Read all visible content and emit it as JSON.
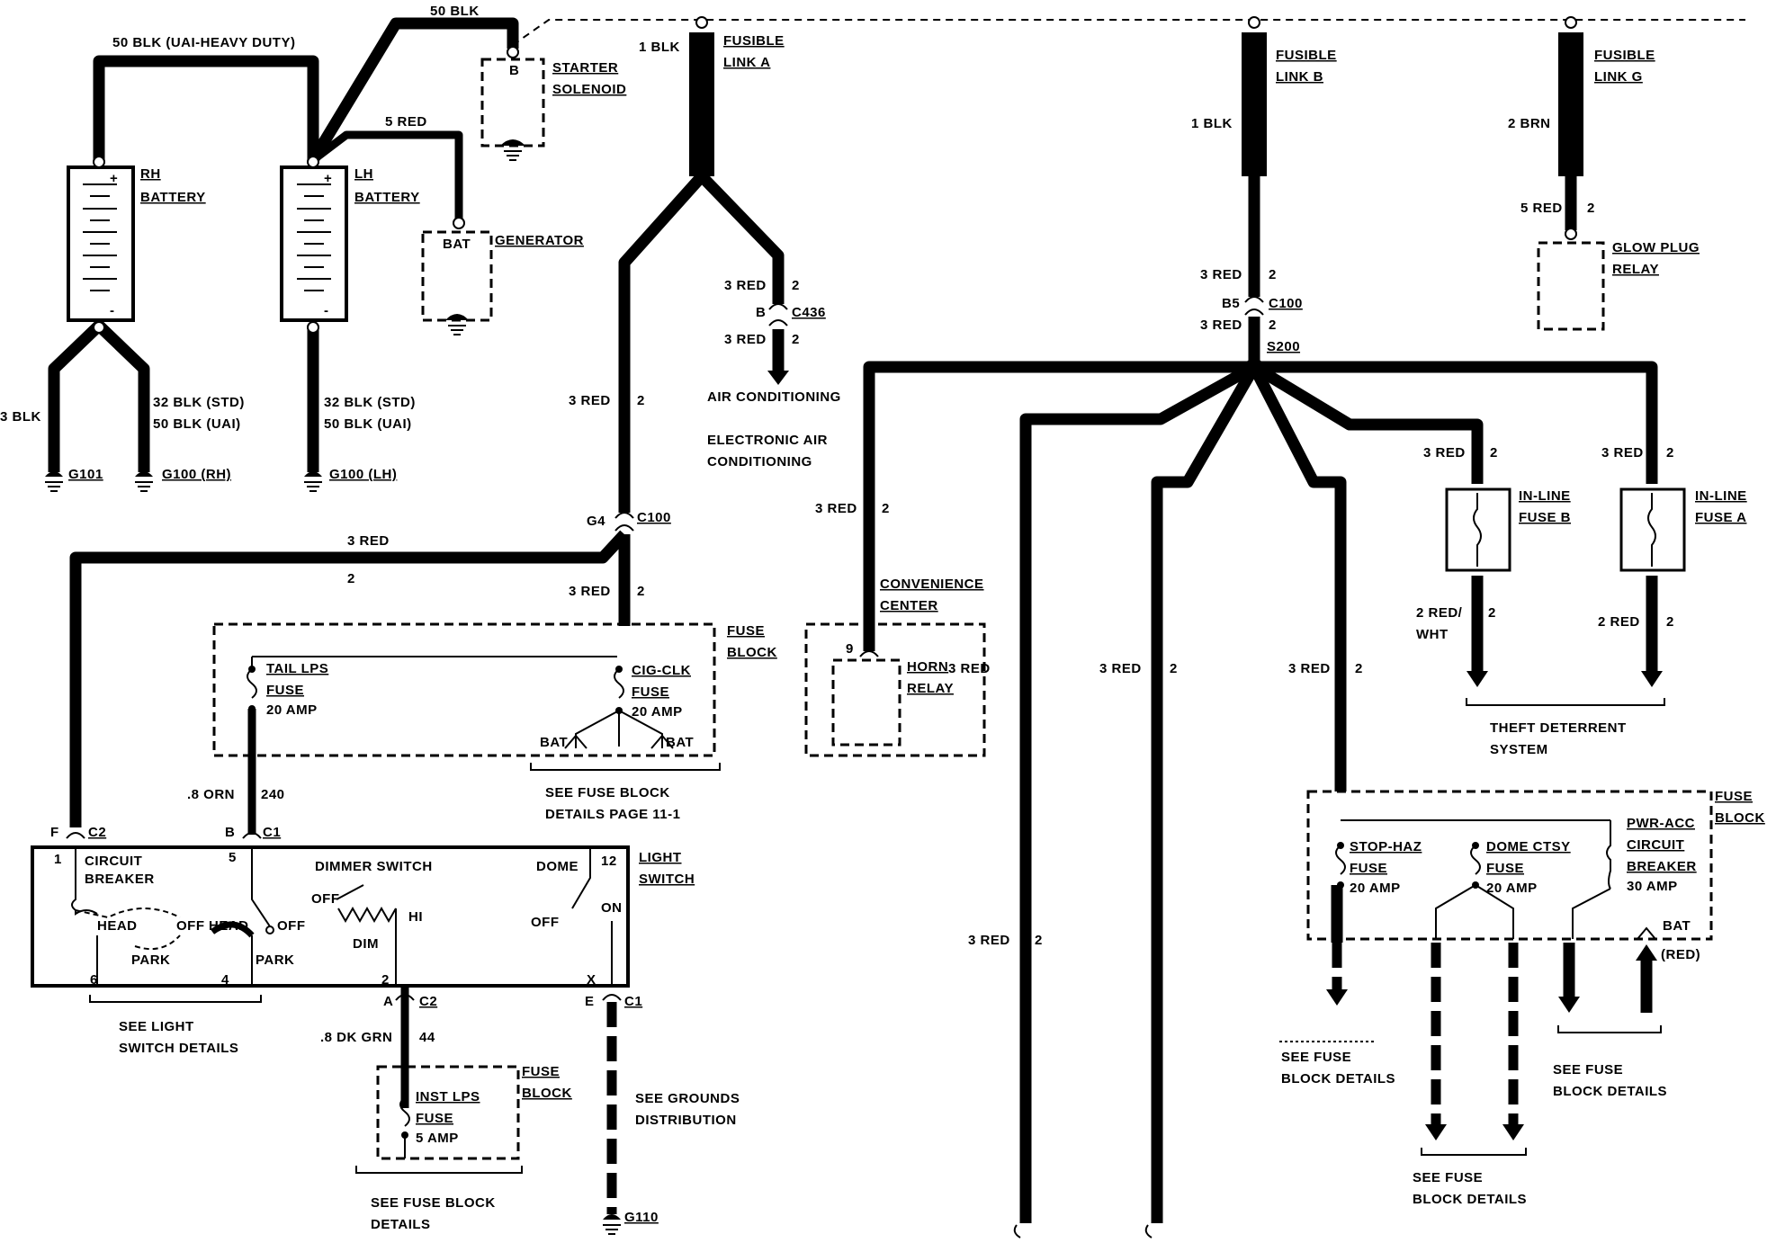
{
  "labels": {
    "blk50_top": "50 BLK",
    "blk50_uai": "50 BLK (UAI-HEAVY DUTY)",
    "starter_1": "STARTER",
    "starter_2": "SOLENOID",
    "starter_b": "B",
    "red5": "5 RED",
    "rh_bat_1": "RH",
    "rh_bat_2": "BATTERY",
    "lh_bat_1": "LH",
    "lh_bat_2": "BATTERY",
    "generator": "GENERATOR",
    "gen_bat": "BAT",
    "blk3": "3 BLK",
    "blk32_std_a": "32 BLK (STD)",
    "blk50_uai_a": "50 BLK (UAI)",
    "blk32_std_b": "32 BLK (STD)",
    "blk50_uai_b": "50 BLK (UAI)",
    "g101": "G101",
    "g100_rh": "G100 (RH)",
    "g100_lh": "G100 (LH)",
    "blk1_a": "1 BLK",
    "fl_a_1": "FUSIBLE",
    "fl_a_2": "LINK A",
    "red3_c436_top": "3 RED",
    "two_c436_top": "2",
    "c436_b": "B",
    "c436": "C436",
    "red3_c436_bot": "3 RED",
    "two_c436_bot": "2",
    "air_cond": "AIR CONDITIONING",
    "elec_air_1": "ELECTRONIC AIR",
    "elec_air_2": "CONDITIONING",
    "red3_left": "3 RED",
    "two_left": "2",
    "g4": "G4",
    "c100_left": "C100",
    "red3_horiz": "3 RED",
    "two_horiz": "2",
    "red3_fb": "3 RED",
    "two_fb": "2",
    "fuse_block_1": "FUSE",
    "fuse_block_2": "BLOCK",
    "tail_1": "TAIL LPS",
    "tail_2": "FUSE",
    "tail_3": "20 AMP",
    "cig_1": "CIG-CLK",
    "cig_2": "FUSE",
    "cig_3": "20 AMP",
    "bat_l": "BAT",
    "bat_r": "BAT",
    "see_fb_1": "SEE FUSE BLOCK",
    "see_fb_2": "DETAILS PAGE 11-1",
    "orn": ".8 ORN",
    "n240": "240",
    "f_pin": "F",
    "c2_a": "C2",
    "b_pin": "B",
    "c1_a": "C1",
    "ls_1": "LIGHT",
    "ls_2": "SWITCH",
    "pin1": "1",
    "cb_1": "CIRCUIT",
    "cb_2": "BREAKER",
    "pin5": "5",
    "dimmer": "DIMMER SWITCH",
    "dome": "DOME",
    "pin12": "12",
    "head_a": "HEAD",
    "off_a": "OFF",
    "head_b": "HEAD",
    "off_b": "OFF",
    "park_a": "PARK",
    "park_b": "PARK",
    "off_d": "OFF",
    "dim": "DIM",
    "hi": "HI",
    "off_e": "OFF",
    "on_e": "ON",
    "pin6": "6",
    "pin4": "4",
    "pin2": "2",
    "pinx": "X",
    "see_ls_1": "SEE LIGHT",
    "see_ls_2": "SWITCH DETAILS",
    "a_pin": "A",
    "c2_b": "C2",
    "e_pin": "E",
    "c1_b": "C1",
    "dkgrn": ".8 DK GRN",
    "n44": "44",
    "inst_1": "INST LPS",
    "inst_2": "FUSE",
    "inst_3": "5 AMP",
    "fb_inst_1": "FUSE",
    "fb_inst_2": "BLOCK",
    "see_gd_1": "SEE GROUNDS",
    "see_gd_2": "DISTRIBUTION",
    "see_fb3_1": "SEE FUSE BLOCK",
    "see_fb3_2": "DETAILS",
    "g110": "G110",
    "red3_cc": "3 RED",
    "two_cc": "2",
    "cc_1": "CONVENIENCE",
    "cc_2": "CENTER",
    "pin9": "9",
    "horn_1": "HORN",
    "horn_2": "RELAY",
    "fl_b_1": "FUSIBLE",
    "fl_b_2": "LINK B",
    "blk1_b": "1 BLK",
    "red3_b_top": "3 RED",
    "two_b_top": "2",
    "b5": "B5",
    "c100_right": "C100",
    "red3_b_bot": "3 RED",
    "two_b_bot": "2",
    "s200": "S200",
    "fl_g_1": "FUSIBLE",
    "fl_g_2": "LINK G",
    "brn2": "2 BRN",
    "red5_g": "5 RED",
    "two_g": "2",
    "glow_1": "GLOW PLUG",
    "glow_2": "RELAY",
    "red3_ilb": "3 RED",
    "two_ilb": "2",
    "red3_ila": "3 RED",
    "two_ila": "2",
    "ilb_1": "IN-LINE",
    "ilb_2": "FUSE B",
    "ila_1": "IN-LINE",
    "ila_2": "FUSE A",
    "redwht_1": "2 RED/",
    "redwht_2": "WHT",
    "two_rw": "2",
    "red2": "2 RED",
    "two_r2": "2",
    "theft_1": "THEFT DETERRENT",
    "theft_2": "SYSTEM",
    "red3_w1": "3 RED",
    "two_w1": "2",
    "red3_w2": "3 RED",
    "two_w2": "2",
    "red3_w3": "3 RED",
    "two_w3": "2",
    "fb_r_1": "FUSE",
    "fb_r_2": "BLOCK",
    "stop_1": "STOP-HAZ",
    "stop_2": "FUSE",
    "stop_3": "20 AMP",
    "domef_1": "DOME CTSY",
    "domef_2": "FUSE",
    "domef_3": "20 AMP",
    "pwr_1": "PWR-ACC",
    "pwr_2": "CIRCUIT",
    "pwr_3": "BREAKER",
    "pwr_4": "30 AMP",
    "bat_pwr": "BAT",
    "red_paren": "(RED)",
    "see_r1_1": "SEE FUSE",
    "see_r1_2": "BLOCK DETAILS",
    "see_r2_1": "SEE FUSE",
    "see_r2_2": "BLOCK DETAILS",
    "see_r3_1": "SEE FUSE",
    "see_r3_2": "BLOCK DETAILS"
  }
}
